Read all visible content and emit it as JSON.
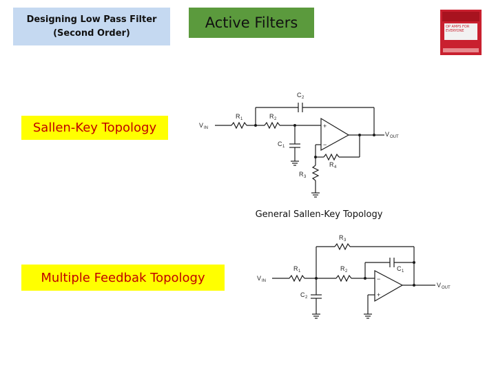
{
  "header": {
    "title_line1": "Designing Low Pass Filter",
    "title_line2": "(Second Order)",
    "active": "Active Filters"
  },
  "book": {
    "icon": "book-cover-icon",
    "cover_text": "OP AMPS FOR EVERYONE"
  },
  "labels": {
    "sallen_key": "Sallen-Key Topology",
    "multiple_feedback": "Multiple Feedbak Topology",
    "caption": "General Sallen-Key Topology"
  },
  "colors": {
    "title_box": "#c5d9f1",
    "active_box": "#5b9a3d",
    "highlight": "#ffff00",
    "label_text": "#c00000"
  },
  "sallen_key_circuit": {
    "vin": "V",
    "vin_sub": "IN",
    "vout": "V",
    "vout_sub": "OUT",
    "r1": "R",
    "r1_sub": "1",
    "r2": "R",
    "r2_sub": "2",
    "r3": "R",
    "r3_sub": "3",
    "r4": "R",
    "r4_sub": "4",
    "c1": "C",
    "c1_sub": "1",
    "c2": "C",
    "c2_sub": "2",
    "plus": "+",
    "minus": "−"
  },
  "mfb_circuit": {
    "vin": "V",
    "vin_sub": "IN",
    "vout": "V",
    "vout_sub": "OUT",
    "r1": "R",
    "r1_sub": "1",
    "r2": "R",
    "r2_sub": "2",
    "r3": "R",
    "r3_sub": "3",
    "c1": "C",
    "c1_sub": "1",
    "c2": "C",
    "c2_sub": "2",
    "plus": "+",
    "minus": "−"
  }
}
